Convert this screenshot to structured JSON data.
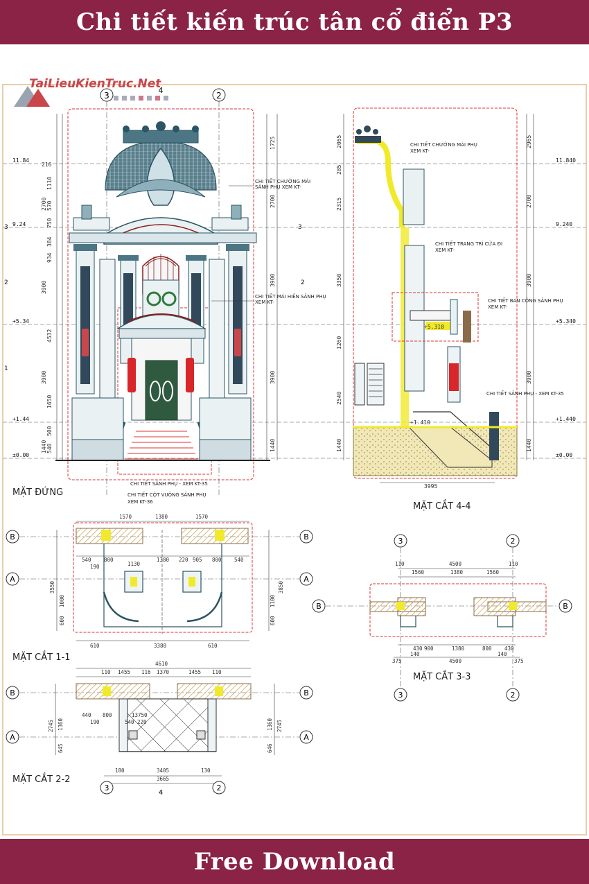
{
  "header": {
    "title": "Chi tiết kiến trúc tân cổ điển P3"
  },
  "footer": {
    "label": "Free Download"
  },
  "watermark": {
    "text": "TaiLieuKienTruc.Net"
  },
  "views": {
    "front": {
      "title": "MẶT ĐỨNG"
    },
    "section44": {
      "title": "MẶT CẮT 4-4"
    },
    "section11": {
      "title": "MẶT CẮT 1-1"
    },
    "section22": {
      "title": "MẶT CẮT 2-2"
    },
    "section33": {
      "title": "MẶT CẮT 3-3"
    }
  },
  "levels": {
    "left": [
      "11.84",
      "9.24",
      "+5.34",
      "+1.44",
      "±0.00"
    ],
    "right": [
      "11.840",
      "9.240",
      "+5.340",
      "+1.440",
      "±0.00"
    ]
  },
  "annotations": {
    "front_roof": [
      "CHI TIẾT CHƯỜNG MÁI",
      "SẢNH PHỤ XEM KT-"
    ],
    "front_canopy": [
      "CHI TIẾT MÁI HIÊN SẢNH PHỤ",
      "XEM KT-"
    ],
    "front_hall": "CHI TIẾT SẢNH PHỤ - XEM KT-35",
    "front_column": [
      "CHI TIẾT CỘT VUÔNG SẢNH PHỤ",
      "XEM KT-36"
    ],
    "s44_roof": [
      "CHI TIẾT CHƯỜNG MÁI PHỤ",
      "XEM KT-"
    ],
    "s44_door": [
      "CHI TIẾT TRANG TRÍ CỬA ĐI",
      "XEM KT-"
    ],
    "s44_balcony": [
      "CHI TIẾT BAN CÔNG SẢNH PHỤ",
      "XEM KT-"
    ],
    "s44_hall": "CHI TIẾT SẢNH PHỤ - XEM KT-35"
  },
  "gridlines": {
    "left_axis": [
      "3",
      "2",
      "1"
    ],
    "axes": [
      "3",
      "2",
      "4"
    ],
    "rows": [
      "B",
      "A"
    ]
  },
  "dims": {
    "front_left": [
      "11.84",
      "216",
      "1110",
      "2700",
      "570",
      "750",
      "384",
      "934",
      "3900",
      "4532",
      "3900",
      "1650",
      "500",
      "540",
      "1440"
    ],
    "front_right": [
      "1725",
      "2700",
      "3900",
      "3900",
      "1440"
    ],
    "s44_left": [
      "2065",
      "285",
      "2315",
      "3350",
      "1260",
      "2540",
      "1440"
    ],
    "s44_right": [
      "2965",
      "2700",
      "3900",
      "3900",
      "1440"
    ],
    "s44_bottom": "3995",
    "s44_levels": [
      "+5.310",
      "+1.410"
    ],
    "s11_top": [
      "1570",
      "1380",
      "1570"
    ],
    "s11_row": [
      "540",
      "800",
      "1130",
      "1380",
      "220",
      "905",
      "800",
      "190",
      "540"
    ],
    "s11_bottom": [
      "610",
      "3380",
      "610"
    ],
    "s11_left": [
      "3550",
      "1000",
      "600"
    ],
    "s11_right": [
      "3850",
      "1100",
      "600"
    ],
    "s22_top": [
      "4610",
      "110",
      "1455",
      "116",
      "1370",
      "1455",
      "110"
    ],
    "s22_row": [
      "440",
      "800",
      "190",
      "540",
      "220",
      "13750"
    ],
    "s22_bottom": [
      "180",
      "3405",
      "130",
      "3665"
    ],
    "s22_left": [
      "2745",
      "1360",
      "645"
    ],
    "s22_right": [
      "2745",
      "1360",
      "646"
    ],
    "s33_top": [
      "110",
      "4500",
      "110",
      "1560",
      "1380",
      "1560"
    ],
    "s33_bottom": [
      "430",
      "900",
      "1380",
      "800",
      "430",
      "140",
      "140",
      "375",
      "4500",
      "375"
    ]
  }
}
